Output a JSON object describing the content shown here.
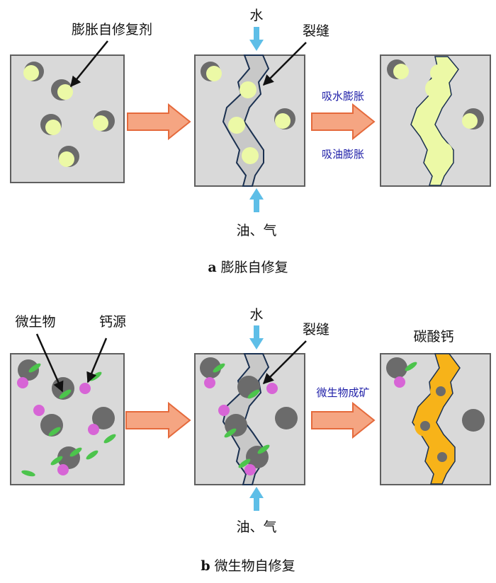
{
  "panel_a": {
    "agent_label": "膨胀自修复剂",
    "water_label": "水",
    "crack_label": "裂缝",
    "water_swell_label": "吸水膨胀",
    "oil_swell_label": "吸油膨胀",
    "oil_gas_label": "油、气",
    "caption_letter": "a",
    "caption_text": " 膨胀自修复"
  },
  "panel_b": {
    "microbe_label": "微生物",
    "calcium_label": "钙源",
    "water_label": "水",
    "crack_label": "裂缝",
    "mineralization_label": "微生物成矿",
    "carbonate_label": "碳酸钙",
    "oil_gas_label": "油、气",
    "caption_letter": "b",
    "caption_text": " 微生物自修复"
  },
  "colors": {
    "block_fill": "#d9d9d9",
    "block_stroke": "#5f5f5f",
    "agent_fill": "#ecf9a6",
    "shadow_fill": "#6b6b6b",
    "crack_stroke": "#1a3050",
    "carbonate_fill": "#f7b319",
    "microbe_fill": "#4cc44c",
    "calcium_fill": "#d765d6",
    "arrow_fill": "#f5a582",
    "arrow_stroke": "#e56a3c",
    "flow_arrow": "#5ebee7",
    "blue_text": "#1f1fa8"
  }
}
